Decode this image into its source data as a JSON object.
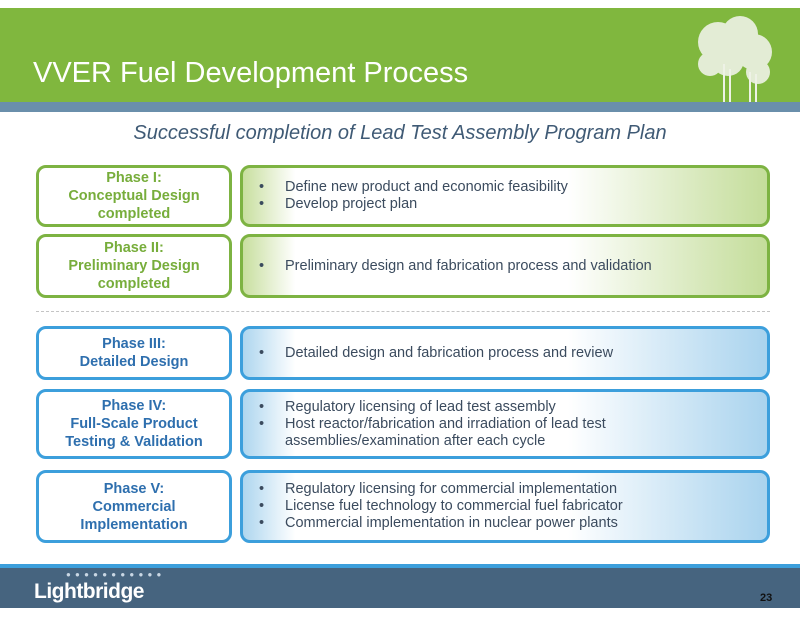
{
  "header": {
    "title": "VVER Fuel Development Process"
  },
  "subtitle": "Successful completion of Lead Test Assembly Program Plan",
  "phases": [
    {
      "label": [
        "Phase I:",
        "Conceptual Design",
        "completed"
      ],
      "items": [
        "Define new product and economic feasibility",
        "Develop project plan"
      ]
    },
    {
      "label": [
        "Phase II:",
        "Preliminary Design",
        "completed"
      ],
      "items": [
        "Preliminary design and fabrication process and validation"
      ]
    },
    {
      "label": [
        "Phase III:",
        "Detailed Design"
      ],
      "items": [
        "Detailed design and fabrication process and review"
      ]
    },
    {
      "label": [
        "Phase IV:",
        "Full-Scale Product",
        "Testing & Validation"
      ],
      "items": [
        "Regulatory licensing of lead test assembly",
        "Host reactor/fabrication and irradiation of lead test assemblies/examination after each cycle"
      ]
    },
    {
      "label": [
        "Phase V:",
        "Commercial",
        "Implementation"
      ],
      "items": [
        "Regulatory licensing for commercial implementation",
        "License fuel technology to commercial fuel fabricator",
        "Commercial implementation in nuclear power plants"
      ]
    }
  ],
  "footer": {
    "logo": "Lightbridge",
    "page_number": "23"
  },
  "colors": {
    "green": "#80b73e",
    "blue": "#3c9fdc",
    "footer": "#46647f"
  }
}
